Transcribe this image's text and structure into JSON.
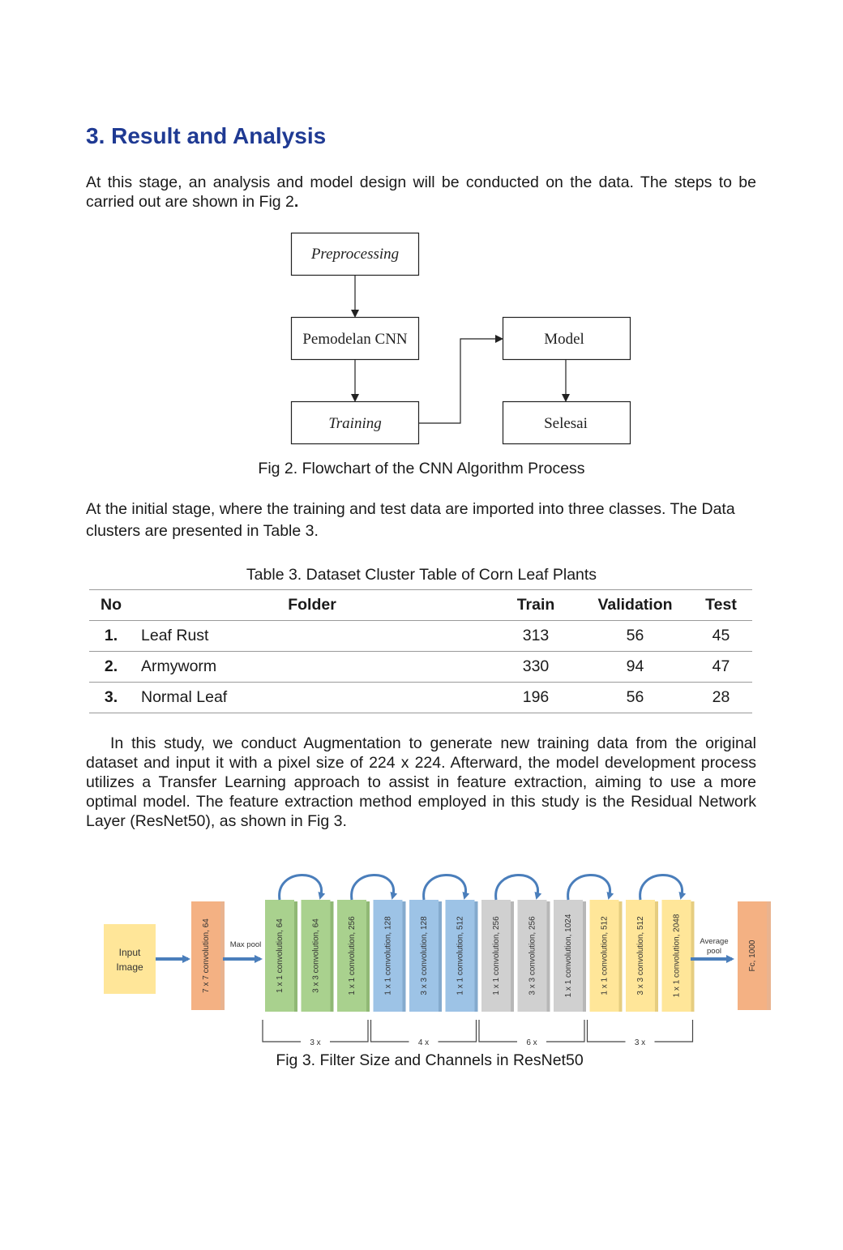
{
  "section_heading": "3. Result and Analysis",
  "intro_paragraph": {
    "text": " At this stage, an analysis and model design will be conducted on the data. The steps to be carried out are shown in Fig 2",
    "bold_end": "."
  },
  "fig2": {
    "nodes": {
      "preprocessing": "Preprocessing",
      "pemodelan": "Pemodelan CNN",
      "training": "Training",
      "model": "Model",
      "selesai": "Selesai"
    },
    "caption": "Fig 2. Flowchart of the CNN Algorithm Process"
  },
  "data_paragraph": "At the initial stage, where the training and test data are imported into three classes. The Data clusters are presented in Table 3.",
  "table3": {
    "caption": "Table 3. Dataset Cluster Table of Corn Leaf Plants",
    "headers": [
      "No",
      "Folder",
      "Train",
      "Validation",
      "Test"
    ],
    "rows": [
      {
        "no": "1.",
        "folder": "Leaf Rust",
        "train": "313",
        "validation": "56",
        "test": "45"
      },
      {
        "no": "2.",
        "folder": "Armyworm",
        "train": "330",
        "validation": "94",
        "test": "47"
      },
      {
        "no": "3.",
        "folder": "Normal Leaf",
        "train": "196",
        "validation": "56",
        "test": "28"
      }
    ]
  },
  "augmentation_paragraph": "In this study, we conduct Augmentation to generate new training data from the original dataset and input it with a pixel size of 224 x 224. Afterward, the model development process utilizes a Transfer Learning approach to assist in feature extraction, aiming to use a more optimal model. The feature extraction method employed in this study is the Residual Network Layer (ResNet50), as shown in Fig 3.",
  "fig3": {
    "input_label_1": "Input",
    "input_label_2": "Image",
    "first_conv": "7 x 7 convolution, 64",
    "max_pool": "Max pool",
    "layers": [
      {
        "label": "1 x 1 convolution, 64",
        "color": "#a9d18e"
      },
      {
        "label": "3 x 3 convolution, 64",
        "color": "#a9d18e"
      },
      {
        "label": "1 x 1 convolution, 256",
        "color": "#a9d18e"
      },
      {
        "label": "1 x 1 convolution, 128",
        "color": "#9dc3e6"
      },
      {
        "label": "3 x 3 convolution, 128",
        "color": "#9dc3e6"
      },
      {
        "label": "1 x 1 convolution, 512",
        "color": "#9dc3e6"
      },
      {
        "label": "1 x 1 convolution, 256",
        "color": "#d0d0d0"
      },
      {
        "label": "3 x 3 convolution, 256",
        "color": "#d0d0d0"
      },
      {
        "label": "1 x 1 convolution, 1024",
        "color": "#d0d0d0"
      },
      {
        "label": "1 x 1 convolution, 512",
        "color": "#ffe699"
      },
      {
        "label": "3 x 3 convolution, 512",
        "color": "#ffe699"
      },
      {
        "label": "1 x 1 convolution, 2048",
        "color": "#ffe699"
      }
    ],
    "repeats": [
      "3 x",
      "4 x",
      "6 x",
      "3 x"
    ],
    "average_pool_1": "Average",
    "average_pool_2": "pool",
    "fc": "Fc, 1000",
    "caption": "Fig 3. Filter Size and Channels in ResNet50"
  }
}
